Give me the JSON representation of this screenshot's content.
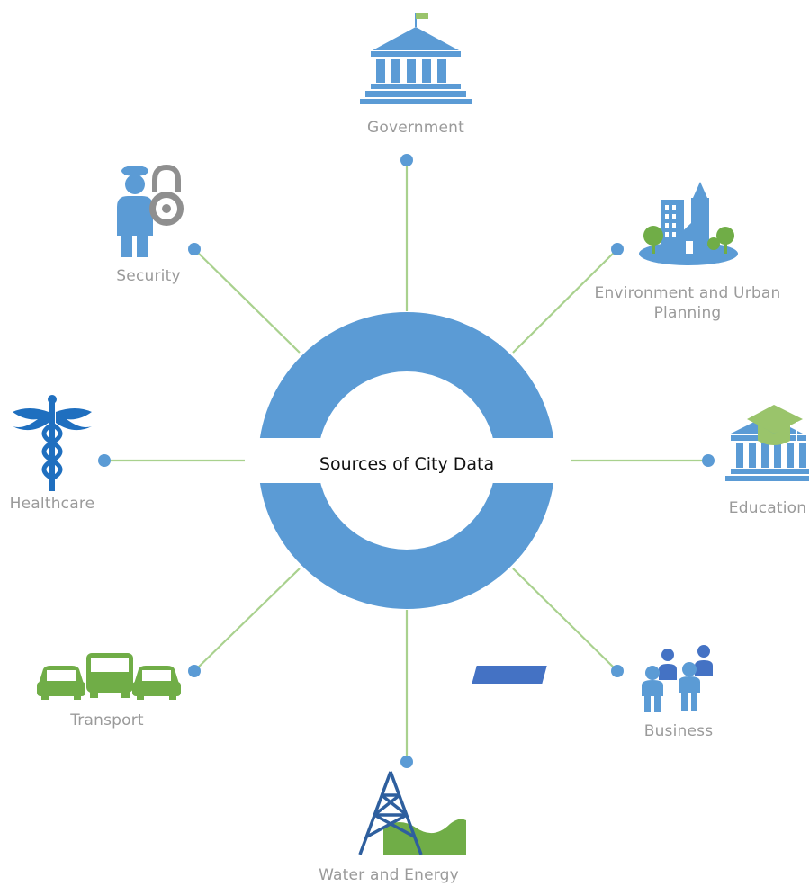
{
  "center": {
    "title": "Sources of City Data"
  },
  "nodes": [
    {
      "id": "government",
      "label": "Government",
      "icon": "government-building-icon",
      "color": "#5b9bd5"
    },
    {
      "id": "environment",
      "label_line1": "Environment and Urban",
      "label_line2": "Planning",
      "icon": "city-buildings-trees-icon",
      "color": "#5b9bd5"
    },
    {
      "id": "education",
      "label": "Education",
      "icon": "graduation-cap-building-icon",
      "color": "#5b9bd5"
    },
    {
      "id": "business",
      "label": "Business",
      "icon": "business-people-icon",
      "color": "#5b9bd5"
    },
    {
      "id": "water-energy",
      "label": "Water and Energy",
      "icon": "power-tower-waves-icon",
      "color": "#70ad47"
    },
    {
      "id": "transport",
      "label": "Transport",
      "icon": "vehicles-icon",
      "color": "#70ad47"
    },
    {
      "id": "healthcare",
      "label": "Healthcare",
      "icon": "caduceus-icon",
      "color": "#1f6fbf"
    },
    {
      "id": "security",
      "label": "Security",
      "icon": "guard-padlock-icon",
      "color": "#5b9bd5"
    }
  ],
  "colors": {
    "ring": "#5b9bd5",
    "connector": "#a9d18e",
    "label_text": "#9a9a9a",
    "center_text": "#111111"
  }
}
